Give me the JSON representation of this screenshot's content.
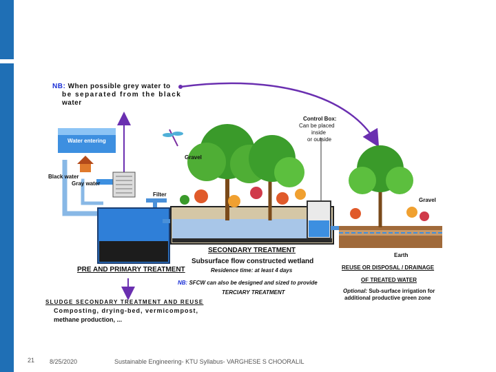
{
  "nb_top": {
    "prefix": "NB:",
    "line1": "When possible grey water to",
    "line2": "be separated from the black",
    "line3": "water"
  },
  "labels": {
    "water_entering": "Water entering",
    "black_water": "Black water",
    "gray_water": "Gray water",
    "filter": "Filter",
    "gravel_left": "Gravel",
    "gravel_right": "Gravel",
    "earth": "Earth"
  },
  "control_box": {
    "title": "Control Box:",
    "line1": "Can be placed",
    "line2": "inside",
    "line3": "or outside"
  },
  "secondary": {
    "title": "SECONDARY TREATMENT",
    "subtitle": "Subsurface flow constructed wetland",
    "residence": "Residence time: at least 4 days"
  },
  "primary": {
    "title": "PRE AND PRIMARY TREATMENT"
  },
  "nb_sfcw": {
    "prefix": "NB:",
    "text": "SFCW can also be designed and sized to provide",
    "line2": "TERCIARY TREATMENT"
  },
  "reuse": {
    "line1": "REUSE OR DISPOSAL / DRAINAGE",
    "line2": "OF TREATED WATER",
    "optional_prefix": "Optional:",
    "optional_text": "Sub-surface irrigation for",
    "optional_line2": "additional productive green zone"
  },
  "sludge": {
    "title": "SLUDGE SECONDARY TREATMENT AND REUSE",
    "line1": "Composting, drying-bed, vermicompost,",
    "line2": "methane production, ..."
  },
  "footer": {
    "page": "21",
    "date": "8/25/2020",
    "credit": "Sustainable Engineering- KTU Syllabus- VARGHESE S CHOORALIL"
  },
  "colors": {
    "slide_accent": "#1f6fb5",
    "water": "#2f7fd8",
    "arrow": "#6a2fb0",
    "text_blue": "#1a2fd6"
  }
}
